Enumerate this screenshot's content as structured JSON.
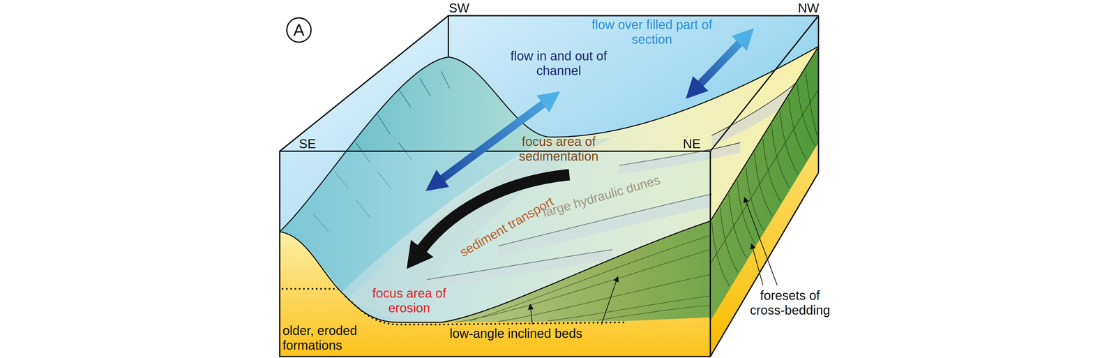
{
  "diagram": {
    "nodes": [
      {
        "text": [
          "A"
        ]
      }
    ],
    "labels": [
      "SW",
      "NW",
      "SE",
      "NE",
      "flow over filled part of section",
      "flow in and out of channel",
      "focus area of sedimentation",
      "sediment transport",
      "large hydraulic dunes",
      "focus area of erosion",
      "older, eroded formations",
      "low-angle inclined beds",
      "foresets of cross-bedding"
    ]
  }
}
